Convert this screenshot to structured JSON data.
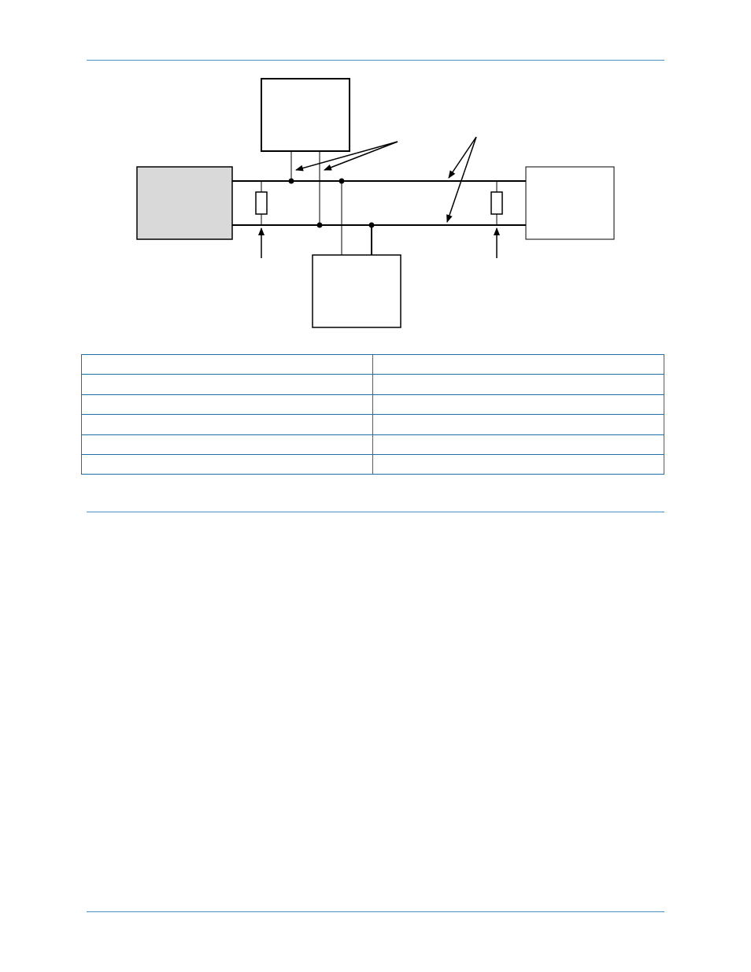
{
  "colors": {
    "accent_rule": "#4a90c2",
    "table_border": "#1f6fa5",
    "shaded_box": "#d9d9d9"
  },
  "diagram": {
    "boxes": [
      "device-top",
      "device-left",
      "device-right",
      "device-bottom"
    ],
    "terminating_resistors": 2,
    "junction_dots": 4
  },
  "table": {
    "rows": [
      [
        "",
        ""
      ],
      [
        "",
        ""
      ],
      [
        "",
        ""
      ],
      [
        "",
        ""
      ],
      [
        "",
        ""
      ],
      [
        "",
        ""
      ]
    ]
  }
}
